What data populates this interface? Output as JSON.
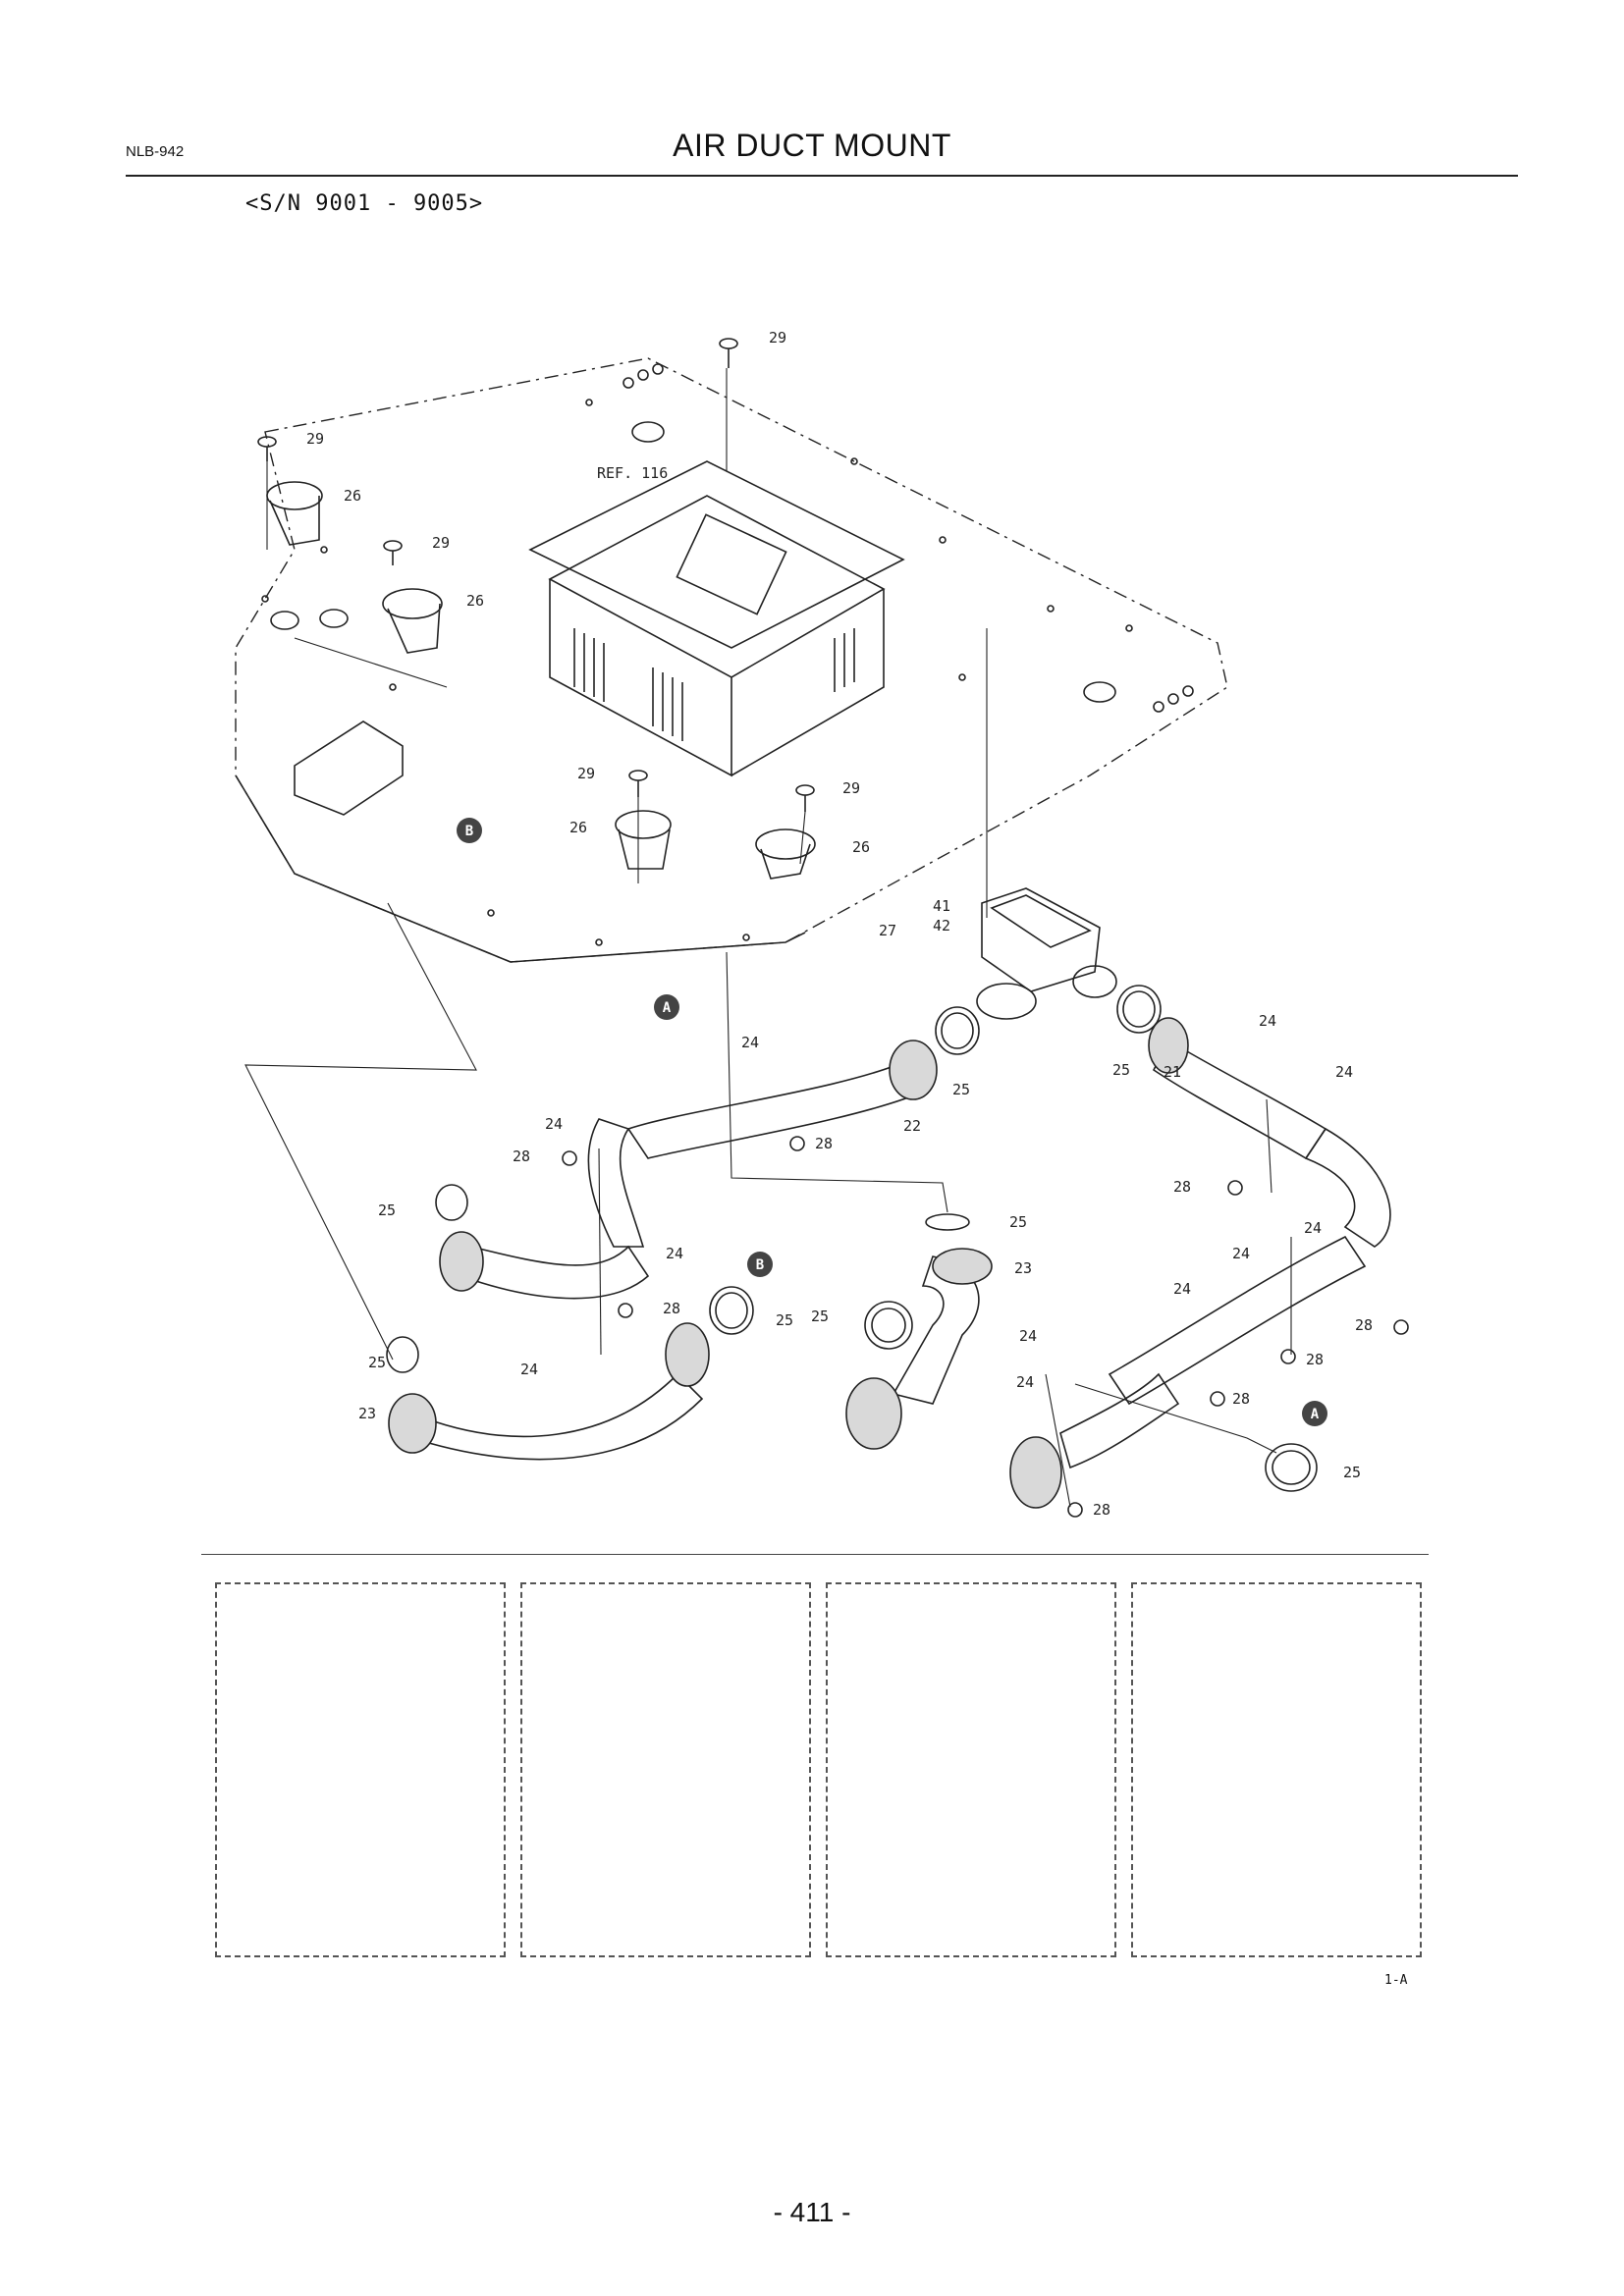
{
  "header": {
    "code": "NLB-942",
    "title": "AIR DUCT MOUNT",
    "serial": "<S/N 9001 - 9005>"
  },
  "callouts": {
    "ref": "REF. 116",
    "c21": "21",
    "c22": "22",
    "c23": "23",
    "c24": "24",
    "c25": "25",
    "c26": "26",
    "c27": "27",
    "c28": "28",
    "c29": "29",
    "c41": "41",
    "c42": "42"
  },
  "markers": {
    "a": "A",
    "b": "B"
  },
  "figure_code": "1-A",
  "page_number": "- 411 -"
}
